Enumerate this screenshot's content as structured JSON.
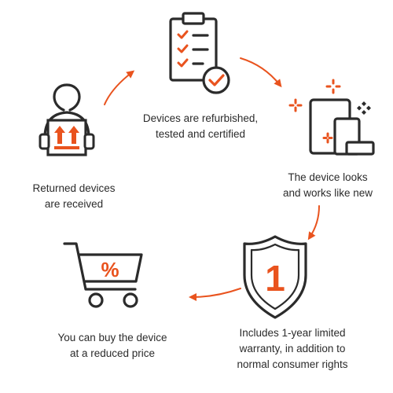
{
  "colors": {
    "accent": "#e9531e",
    "ink": "#2b2b2b",
    "background": "#ffffff"
  },
  "steps": [
    {
      "icon": "returned-box-icon",
      "lines": [
        "Returned devices",
        "are received"
      ]
    },
    {
      "icon": "clipboard-checklist-icon",
      "lines": [
        "Devices are refurbished,",
        "tested and certified"
      ]
    },
    {
      "icon": "devices-icon",
      "lines": [
        "The device looks",
        "and works like new"
      ]
    },
    {
      "icon": "shield-warranty-icon",
      "badge": "1",
      "lines": [
        "Includes 1-year limited",
        "warranty, in addition to",
        "normal consumer rights"
      ]
    },
    {
      "icon": "shopping-cart-icon",
      "badge": "%",
      "lines": [
        "You can buy the device",
        "at a reduced price"
      ]
    }
  ]
}
